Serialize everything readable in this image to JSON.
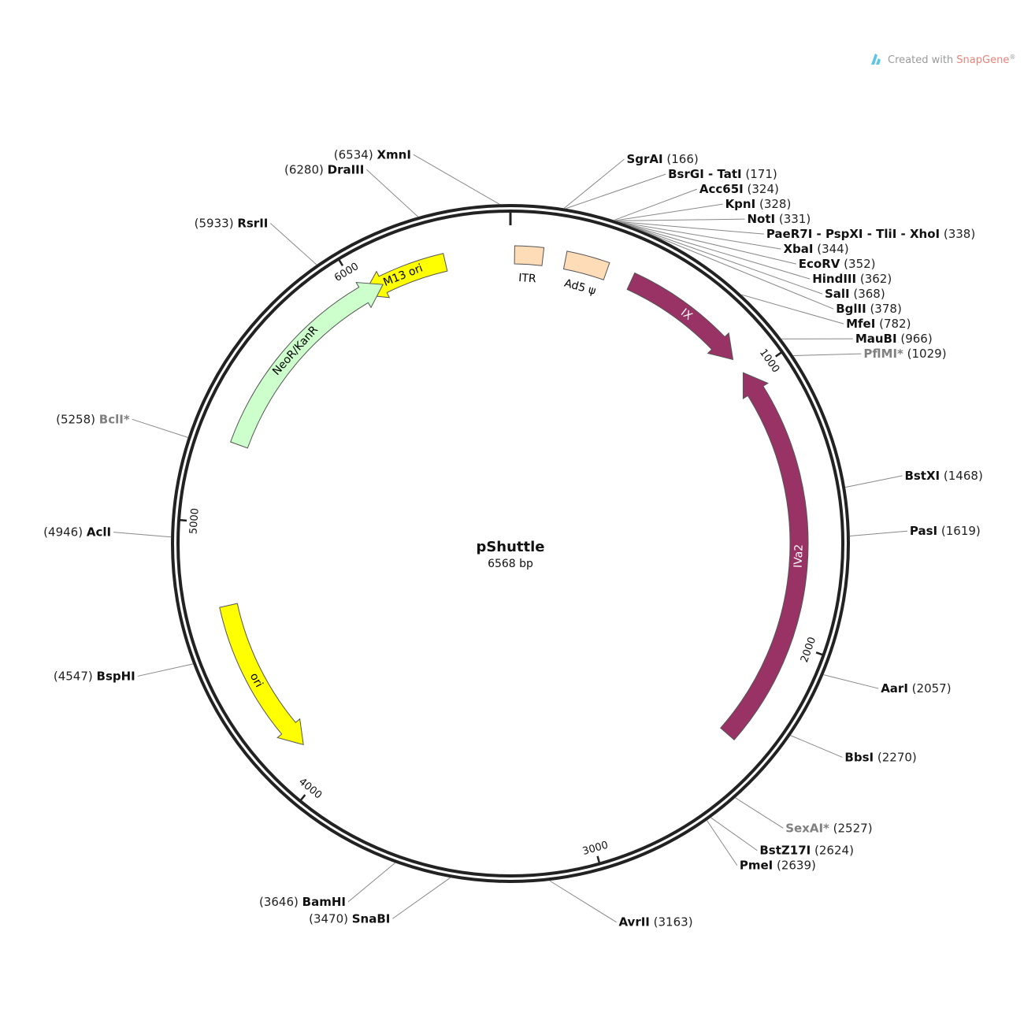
{
  "plasmid": {
    "name": "pShuttle",
    "length_label": "6568 bp",
    "length": 6568
  },
  "branding": {
    "prefix": "Created with ",
    "brand": "SnapGene",
    "mark": "®"
  },
  "ticks": [
    {
      "bp": 1000,
      "label": "1000"
    },
    {
      "bp": 2000,
      "label": "2000"
    },
    {
      "bp": 3000,
      "label": "3000"
    },
    {
      "bp": 4000,
      "label": "4000"
    },
    {
      "bp": 5000,
      "label": "5000"
    },
    {
      "bp": 6000,
      "label": "6000"
    }
  ],
  "origin_bp": 0,
  "features": [
    {
      "name": "M13 ori",
      "type": "arrow",
      "start": 6010,
      "end": 6330,
      "direction": "reverse",
      "fill": "#ffff00",
      "text_color": "#000000"
    },
    {
      "name": "ITR",
      "type": "box",
      "start": 15,
      "end": 118,
      "fill": "#ffdcb8",
      "text_color": "#000000"
    },
    {
      "name": "Ad5 ψ",
      "type": "box",
      "start": 200,
      "end": 355,
      "fill": "#ffdcb8",
      "text_color": "#000000"
    },
    {
      "name": "IX",
      "type": "arrow",
      "start": 450,
      "end": 920,
      "direction": "forward",
      "fill": "#993366",
      "text_color": "#ffffff"
    },
    {
      "name": "IVa2",
      "type": "arrow",
      "start": 980,
      "end": 2395,
      "direction": "reverse",
      "fill": "#993366",
      "text_color": "#ffffff"
    },
    {
      "name": "NeoR/KanR",
      "type": "arrow",
      "start": 5290,
      "end": 6090,
      "direction": "forward",
      "fill": "#ccffcc",
      "text_color": "#000000"
    },
    {
      "name": "ori",
      "type": "arrow",
      "start": 4120,
      "end": 4700,
      "direction": "reverse",
      "fill": "#ffff00",
      "text_color": "#000000"
    }
  ],
  "sites": [
    {
      "name": "XmnI",
      "position": "6534",
      "bp": 6534,
      "gray": false
    },
    {
      "name": "SgrAI",
      "position": "166",
      "bp": 166,
      "gray": false
    },
    {
      "name": "BsrGI - TatI",
      "position": "171",
      "bp": 171,
      "gray": false
    },
    {
      "name": "Acc65I",
      "position": "324",
      "bp": 324,
      "gray": false
    },
    {
      "name": "KpnI",
      "position": "328",
      "bp": 328,
      "gray": false
    },
    {
      "name": "NotI",
      "position": "331",
      "bp": 331,
      "gray": false
    },
    {
      "name": "PaeR7I - PspXI - TliI - XhoI",
      "position": "338",
      "bp": 338,
      "gray": false
    },
    {
      "name": "XbaI",
      "position": "344",
      "bp": 344,
      "gray": false
    },
    {
      "name": "EcoRV",
      "position": "352",
      "bp": 352,
      "gray": false
    },
    {
      "name": "HindIII",
      "position": "362",
      "bp": 362,
      "gray": false
    },
    {
      "name": "SalI",
      "position": "368",
      "bp": 368,
      "gray": false
    },
    {
      "name": "BglII",
      "position": "378",
      "bp": 378,
      "gray": false
    },
    {
      "name": "MfeI",
      "position": "782",
      "bp": 782,
      "gray": false
    },
    {
      "name": "MauBI",
      "position": "966",
      "bp": 966,
      "gray": false
    },
    {
      "name": "PflMI*",
      "position": "1029",
      "bp": 1029,
      "gray": true
    },
    {
      "name": "BstXI",
      "position": "1468",
      "bp": 1468,
      "gray": false
    },
    {
      "name": "PasI",
      "position": "1619",
      "bp": 1619,
      "gray": false
    },
    {
      "name": "AarI",
      "position": "2057",
      "bp": 2057,
      "gray": false
    },
    {
      "name": "BbsI",
      "position": "2270",
      "bp": 2270,
      "gray": false
    },
    {
      "name": "SexAI*",
      "position": "2527",
      "bp": 2527,
      "gray": true
    },
    {
      "name": "BstZ17I",
      "position": "2624",
      "bp": 2624,
      "gray": false
    },
    {
      "name": "PmeI",
      "position": "2639",
      "bp": 2639,
      "gray": false
    },
    {
      "name": "AvrII",
      "position": "3163",
      "bp": 3163,
      "gray": false
    },
    {
      "name": "SnaBI",
      "position": "3470",
      "bp": 3470,
      "gray": false
    },
    {
      "name": "BamHI",
      "position": "3646",
      "bp": 3646,
      "gray": false
    },
    {
      "name": "BspHI",
      "position": "4547",
      "bp": 4547,
      "gray": false
    },
    {
      "name": "AclI",
      "position": "4946",
      "bp": 4946,
      "gray": false
    },
    {
      "name": "BclI*",
      "position": "5258",
      "bp": 5258,
      "gray": true
    },
    {
      "name": "RsrII",
      "position": "5933",
      "bp": 5933,
      "gray": false
    },
    {
      "name": "DraIII",
      "position": "6280",
      "bp": 6280,
      "gray": false
    }
  ],
  "colors": {
    "backbone": "#222222",
    "leader": "#888888",
    "feature_stroke": "#555555"
  }
}
